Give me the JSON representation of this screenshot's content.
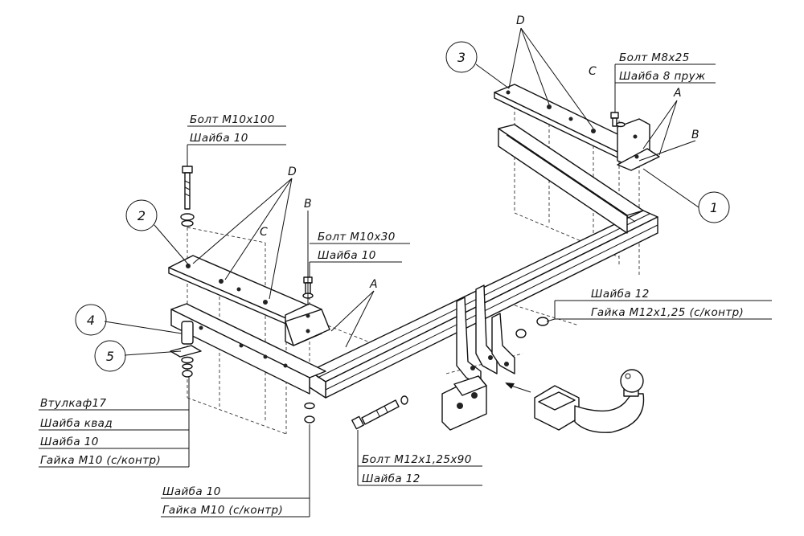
{
  "callouts": {
    "bolt_m10x100": "Болт М10х100",
    "washer_10_top": "Шайба 10",
    "bolt_m10x30": "Болт М10х30",
    "washer_10_mid": "Шайба 10",
    "bolt_m8x25": "Болт М8х25",
    "washer_8_spring": "Шайба 8 пруж",
    "washer_12_right": "Шайба 12",
    "nut_m12": "Гайка М12х1,25 (с/контр)",
    "sleeve_17": "Втулкаф17",
    "washer_square": "Шайба квад",
    "washer_10_left": "Шайба 10",
    "nut_m10_left": "Гайка М10 (с/контр)",
    "washer_10_bottom": "Шайба 10",
    "nut_m10_bottom": "Гайка М10 (с/контр)",
    "bolt_m12x125x90": "Болт М12х1,25х90",
    "washer_12_bottom": "Шайба 12"
  },
  "letters": {
    "d_left": "D",
    "c_left": "C",
    "b_left": "B",
    "a_left": "A",
    "d_right": "D",
    "c_right": "C",
    "a_right": "A",
    "b_right": "B"
  },
  "part_numbers": {
    "p1": "1",
    "p2": "2",
    "p3": "3",
    "p4": "4",
    "p5": "5"
  }
}
